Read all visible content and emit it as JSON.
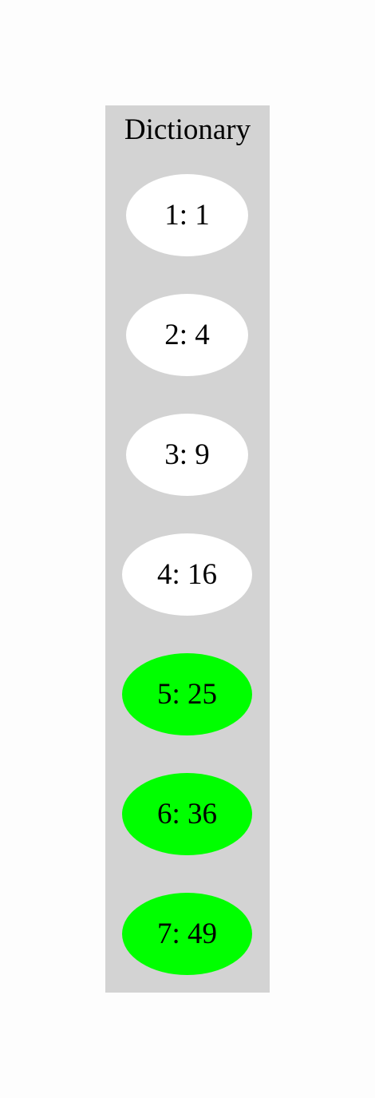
{
  "cluster": {
    "title": "Dictionary",
    "background": "#d3d3d3"
  },
  "nodes": [
    {
      "label": "1: 1",
      "fill": "#ffffff"
    },
    {
      "label": "2: 4",
      "fill": "#ffffff"
    },
    {
      "label": "3: 9",
      "fill": "#ffffff"
    },
    {
      "label": "4: 16",
      "fill": "#ffffff"
    },
    {
      "label": "5: 25",
      "fill": "#00ff00"
    },
    {
      "label": "6: 36",
      "fill": "#00ff00"
    },
    {
      "label": "7: 49",
      "fill": "#00ff00"
    }
  ]
}
